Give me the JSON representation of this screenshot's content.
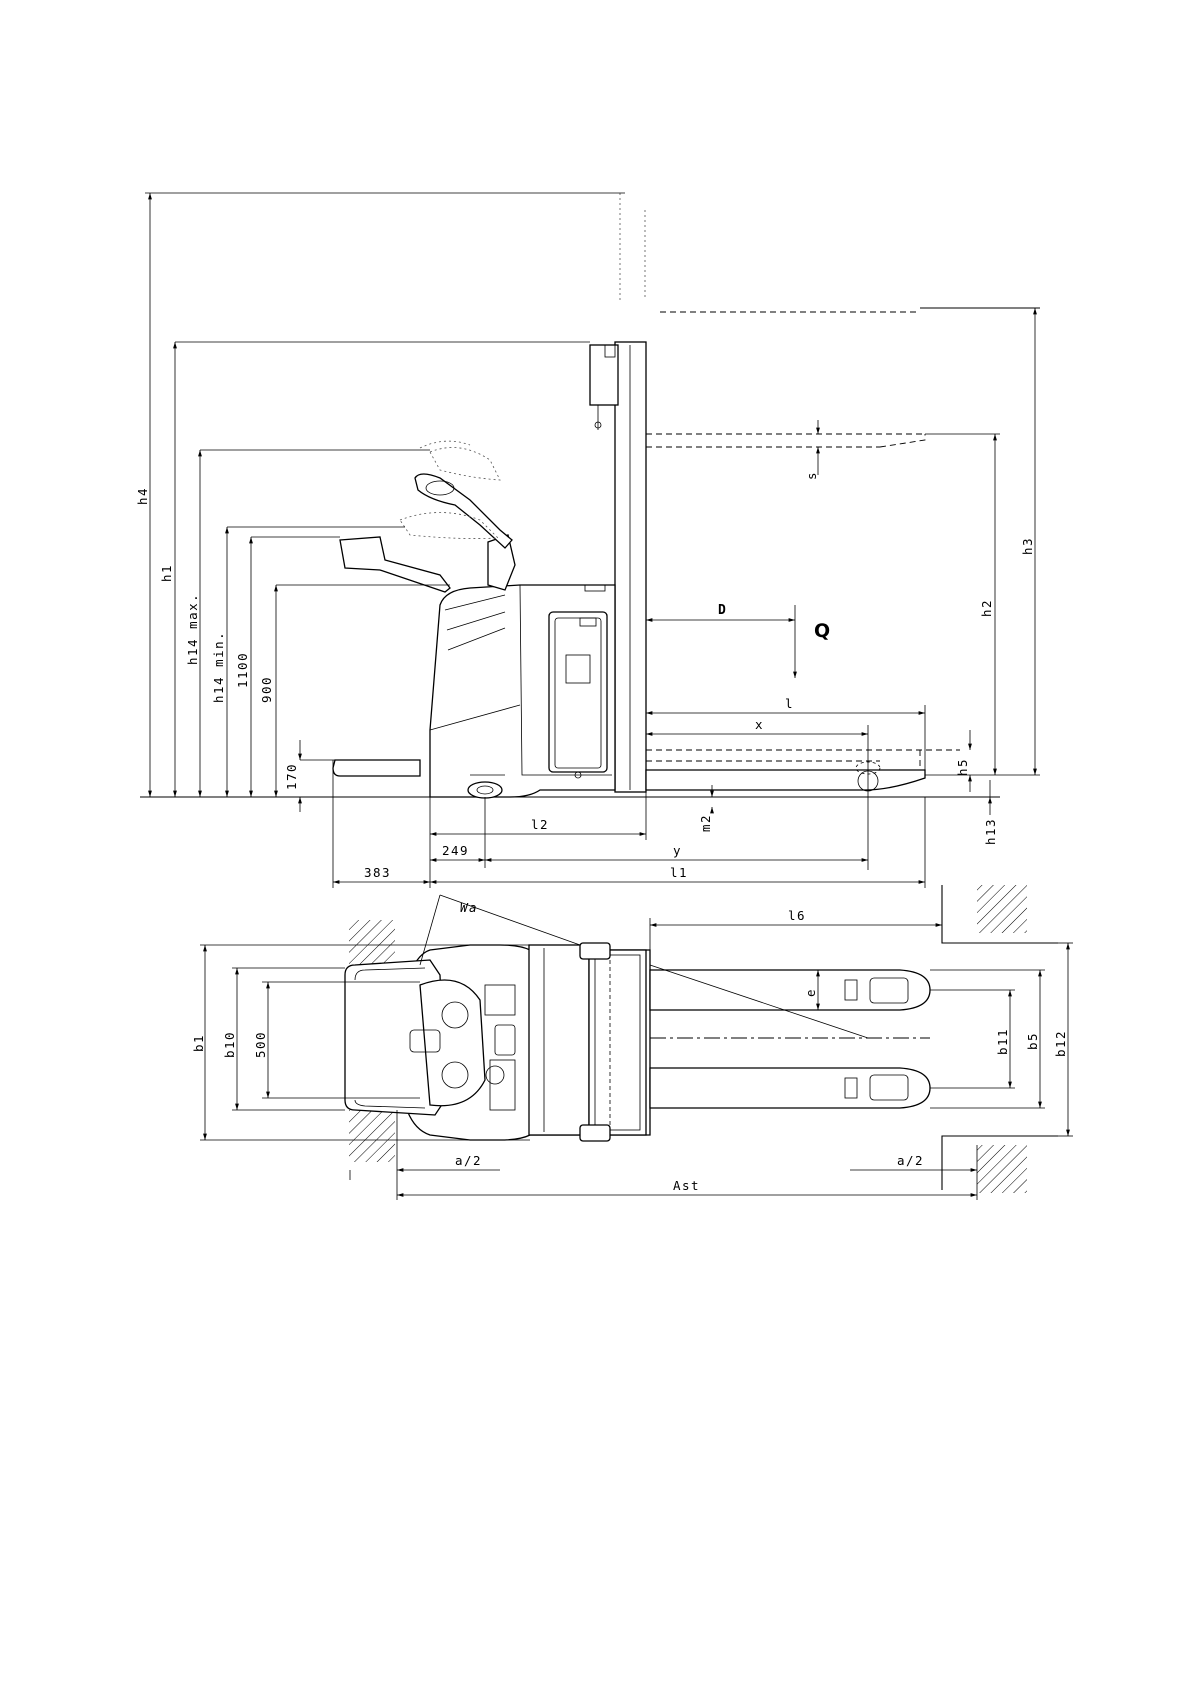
{
  "side_view": {
    "labels": {
      "h4": "h4",
      "h1": "h1",
      "h14_max": "h14 max.",
      "h14_min": "h14 min.",
      "v1100": "1100",
      "v900": "900",
      "v170": "170",
      "h3": "h3",
      "h2": "h2",
      "h5": "h5",
      "h13": "h13",
      "s": "s",
      "D": "D",
      "Q": "Q",
      "l": "l",
      "x": "x",
      "m2": "m2",
      "l2": "l2",
      "v249": "249",
      "y": "y",
      "v383": "383",
      "l1": "l1"
    }
  },
  "top_view": {
    "labels": {
      "Wa": "Wa",
      "l6": "l6",
      "b1": "b1",
      "b10": "b10",
      "v500": "500",
      "e": "e",
      "b11": "b11",
      "b5": "b5",
      "b12": "b12",
      "a2_left": "a/2",
      "a2_right": "a/2",
      "Ast": "Ast"
    }
  },
  "colors": {
    "line": "#000000",
    "background": "#ffffff"
  }
}
